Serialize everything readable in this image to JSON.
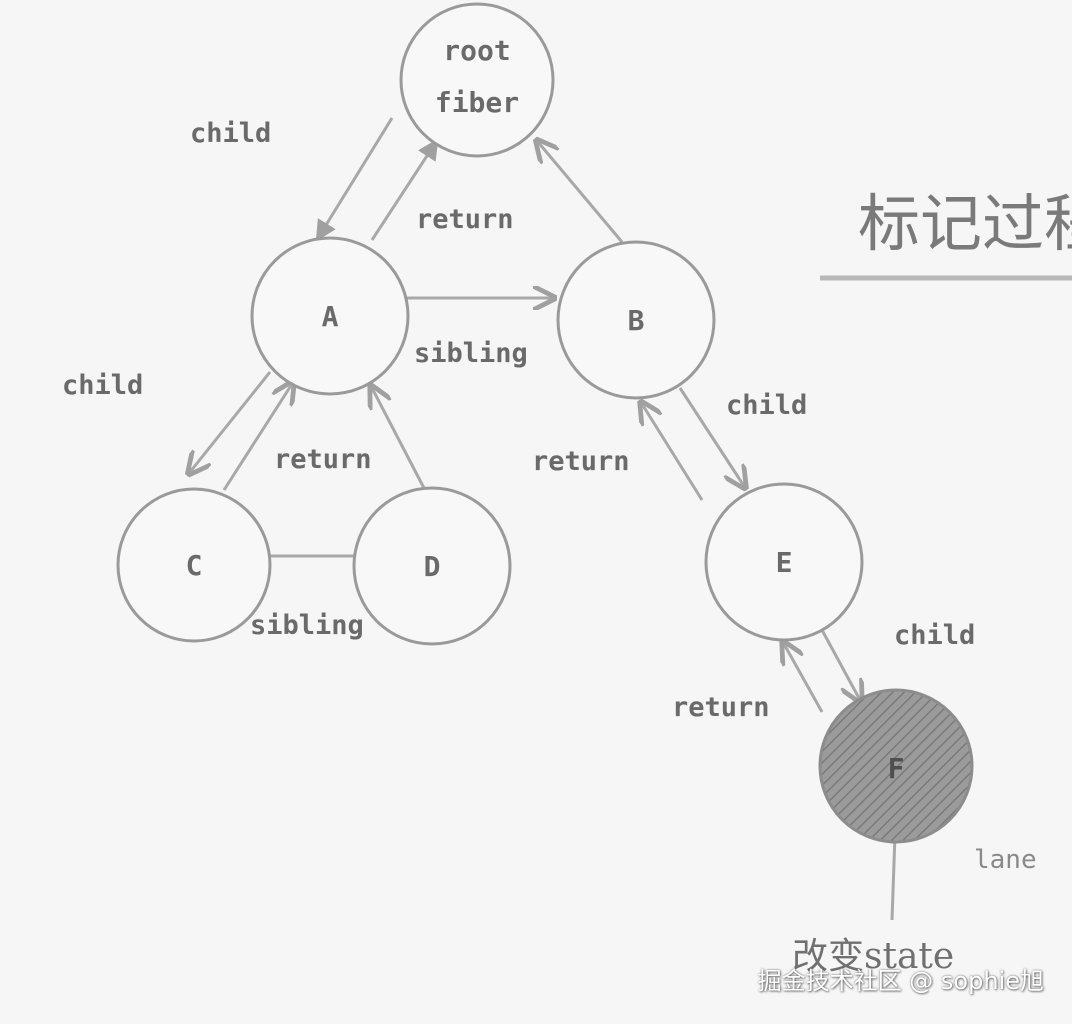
{
  "diagram": {
    "nodes": {
      "root_line1": "root",
      "root_line2": "fiber",
      "a": "A",
      "b": "B",
      "c": "C",
      "d": "D",
      "e": "E",
      "f": "F"
    },
    "edges": {
      "root_child": "child",
      "root_return": "return",
      "a_b_sibling": "sibling",
      "a_child": "child",
      "a_return": "return",
      "b_child": "child",
      "b_return": "return",
      "c_d_sibling": "sibling",
      "e_child": "child",
      "e_return": "return"
    },
    "title": "标记过程",
    "change_state": "改变state",
    "lane": "lane",
    "colors": {
      "background": "#f6f6f6",
      "stroke": "#9a9a9a",
      "highlight_fill": "#8f8f8f",
      "text": "#6a6a6a"
    }
  },
  "watermark": "掘金技术社区 @ sophie旭"
}
